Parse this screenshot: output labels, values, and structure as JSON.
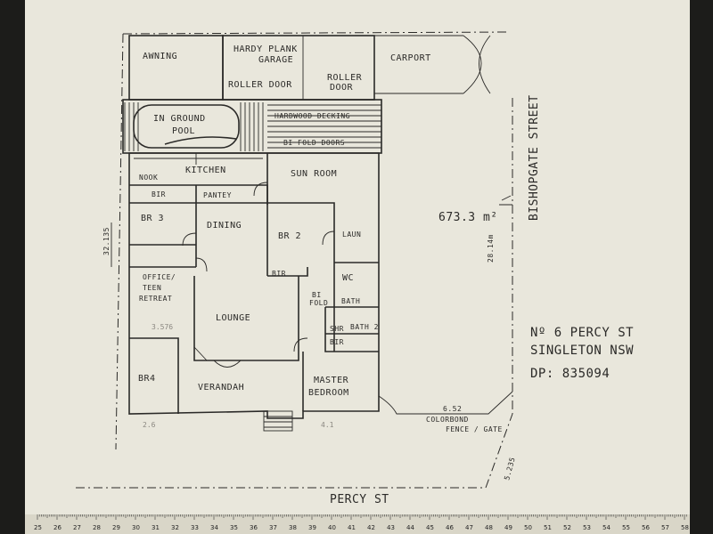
{
  "rooms": {
    "awning": "AWNING",
    "garage_line1": "HARDY PLANK",
    "garage_line2": "GARAGE",
    "roller_door_left": "ROLLER DOOR",
    "roller_door_right_line1": "ROLLER",
    "roller_door_right_line2": "DOOR",
    "carport": "CARPORT",
    "pool_line1": "IN GROUND",
    "pool_line2": "POOL",
    "decking": "HARDWOOD DECKING",
    "bifold_doors": "BI FOLD DOORS",
    "kitchen": "KITCHEN",
    "nook": "NOOK",
    "sun_room": "SUN ROOM",
    "bir_br3": "BIR",
    "pantry": "PANTEY",
    "br3": "BR 3",
    "dining": "DINING",
    "br2": "BR 2",
    "laun": "LAUN",
    "bir_br2": "BIR",
    "wc": "WC",
    "office_line1": "OFFICE/",
    "office_line2": "TEEN",
    "office_line3": "RETREAT",
    "bi_fold_line1": "BI",
    "bi_fold_line2": "FOLD",
    "bath": "BATH",
    "lounge": "LOUNGE",
    "shr": "SHR",
    "bath2": "BATH 2",
    "bir_master": "BIR",
    "br4": "BR4",
    "verandah": "VERANDAH",
    "master_line1": "MASTER",
    "master_line2": "BEDROOM"
  },
  "site": {
    "area": "673.3 m²",
    "street_side": "BISHOPGATE STREET",
    "street_front": "PERCY ST",
    "dim_left": "32.135",
    "dim_right": "28.14m",
    "dim_front_right": "6.52",
    "dim_corner": "5.235",
    "fence_line1": "COLORBOND",
    "fence_line2": "FENCE / GATE",
    "pencil_1": "3.576",
    "pencil_2": "2.6",
    "pencil_3": "4.1"
  },
  "address": {
    "line1": "Nº 6 PERCY ST",
    "line2": "SINGLETON NSW",
    "line3": "DP: 835094"
  },
  "ruler": {
    "numbers": [
      "25",
      "26",
      "27",
      "28",
      "29",
      "30",
      "31",
      "32",
      "33",
      "34",
      "35",
      "36",
      "37",
      "38",
      "39",
      "40",
      "41",
      "42",
      "43",
      "44",
      "45",
      "46",
      "47",
      "48",
      "49",
      "50",
      "51",
      "52",
      "53",
      "54",
      "55",
      "56",
      "57",
      "58"
    ]
  }
}
